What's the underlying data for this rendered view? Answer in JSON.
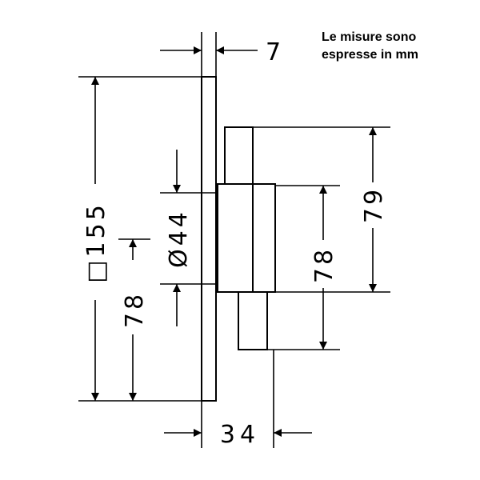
{
  "note": {
    "line1": "Le misure sono",
    "line2": "espresse in mm"
  },
  "dimensions": {
    "plate_thickness": "7",
    "plate_square": "□155",
    "diameter": "Ø44",
    "offset_left": "78",
    "offset_right": "78",
    "top_height": "79",
    "depth": "34"
  },
  "colors": {
    "line": "#000000",
    "background": "#ffffff"
  }
}
